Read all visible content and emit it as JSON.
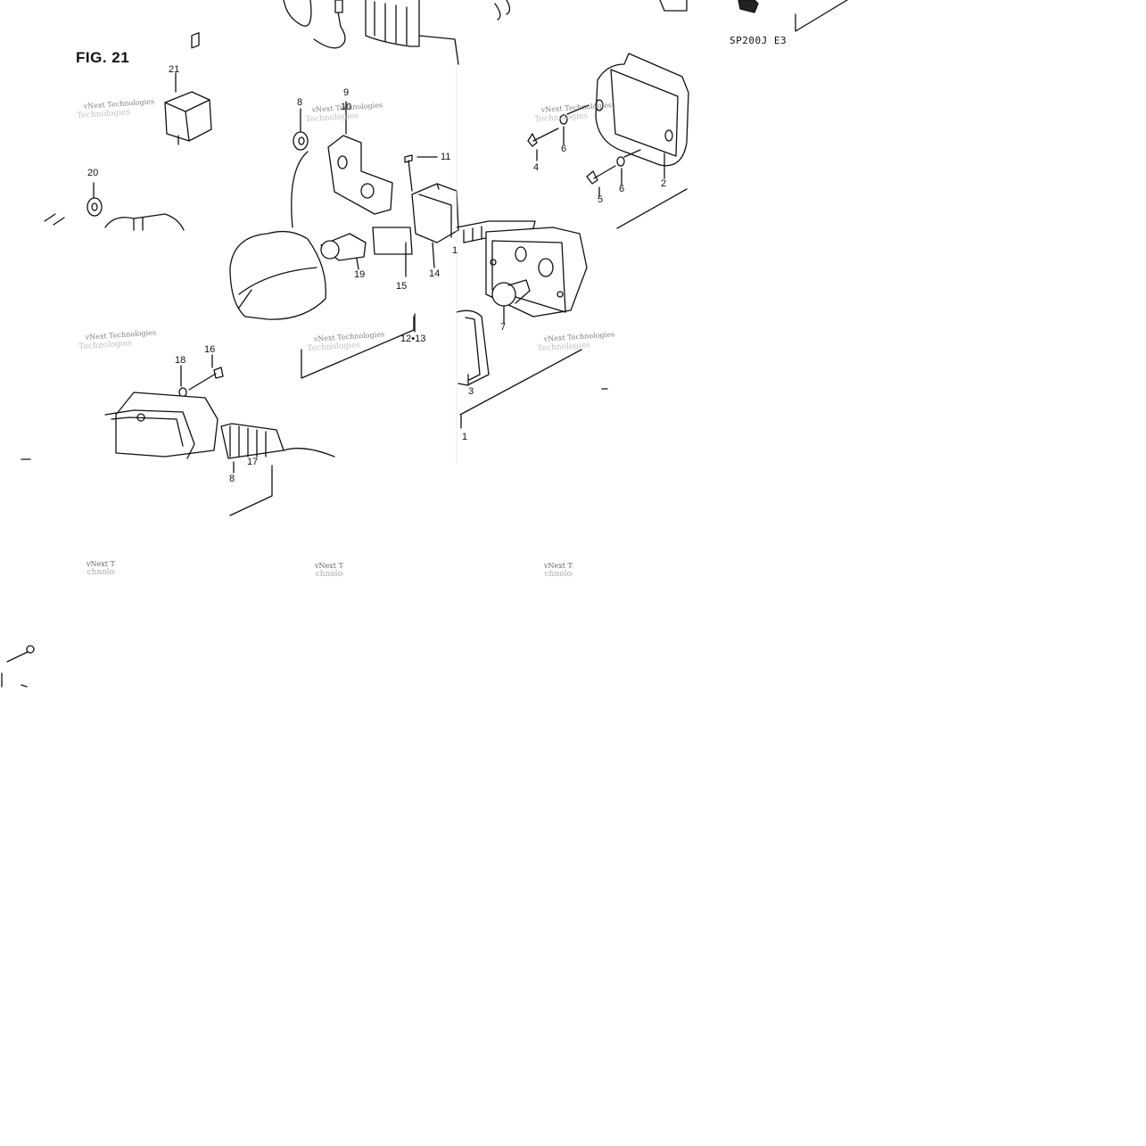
{
  "figure": {
    "title": "FIG. 21",
    "code": "SP200J  E3"
  },
  "callouts": {
    "c21": "21",
    "c20": "20",
    "c8a": "8",
    "c9": "9",
    "c10": "10",
    "c11": "11",
    "c19": "19",
    "c15": "15",
    "c14": "14",
    "c1a": "1",
    "c1213": "12•13",
    "c18": "18",
    "c16": "16",
    "c17": "17",
    "c8b": "8",
    "c4": "4",
    "c6a": "6",
    "c5": "5",
    "c6b": "6",
    "c2": "2",
    "c7": "7",
    "c3": "3",
    "c1b": "1"
  },
  "watermark": {
    "text": "vNext Technologies",
    "text_cut": "vNext Te",
    "sub": "Technologies"
  },
  "colors": {
    "ink": "#111111",
    "watermark": "#9a9a9a",
    "background": "#ffffff"
  }
}
